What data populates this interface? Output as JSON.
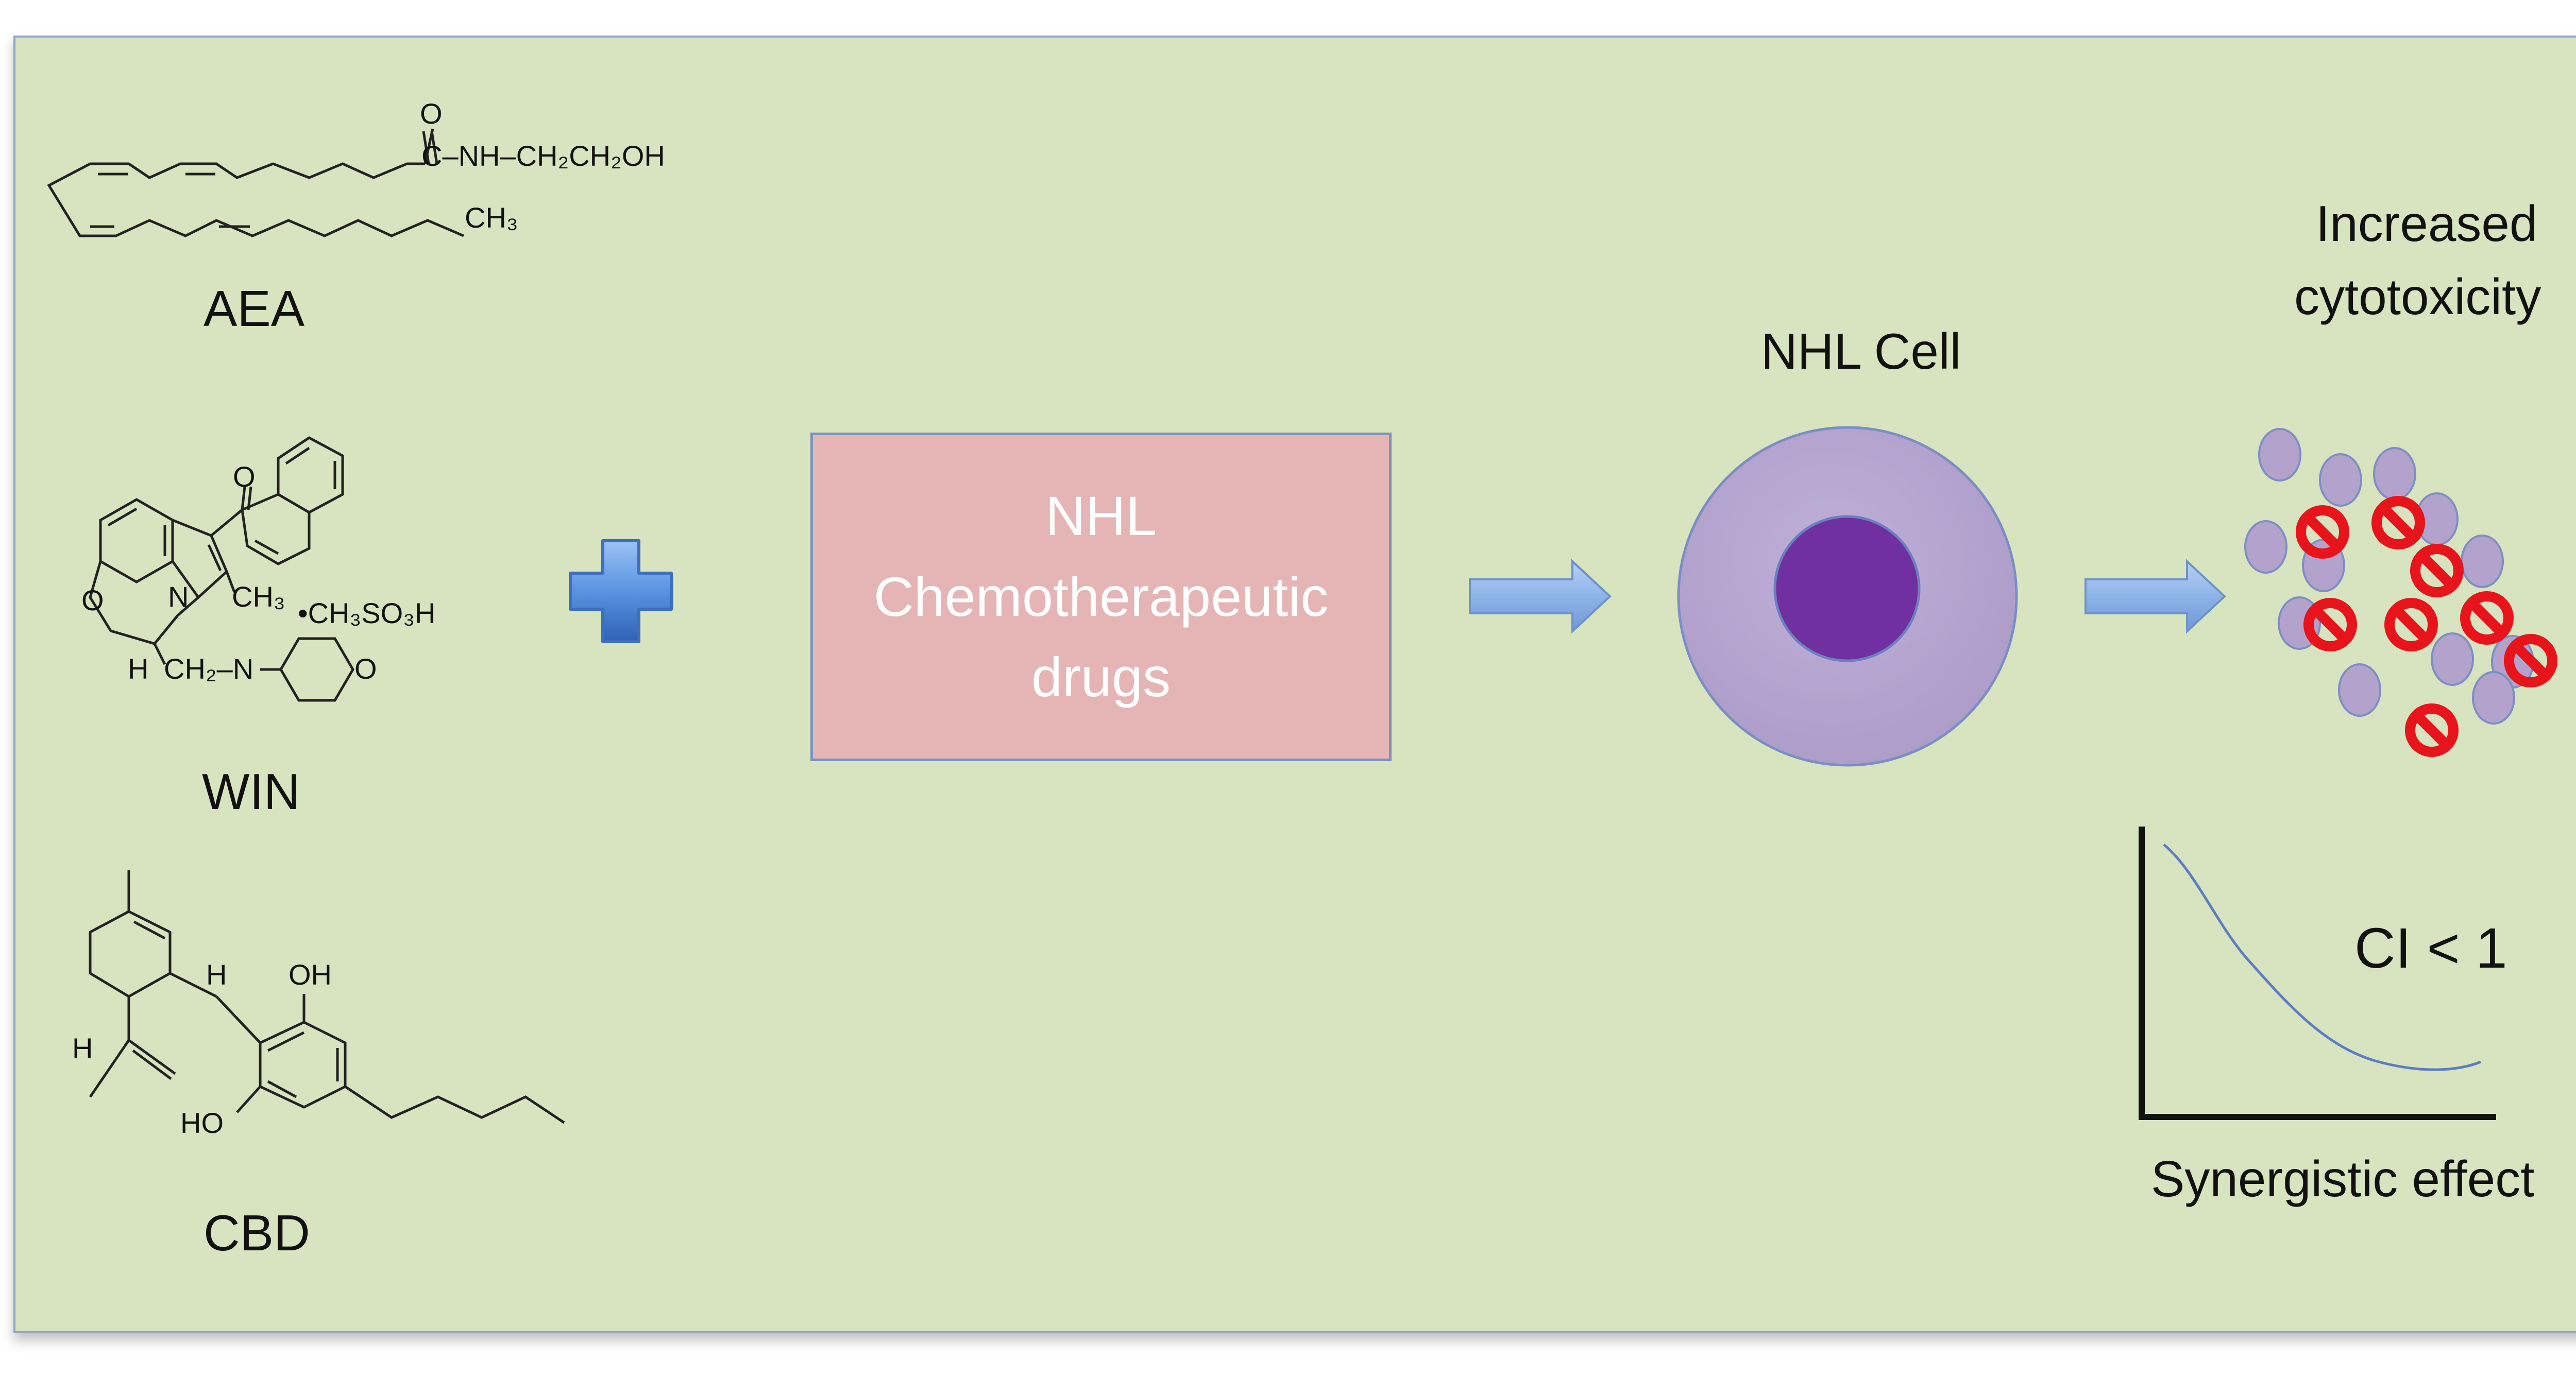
{
  "compounds": [
    {
      "name": "AEA",
      "structure_text": {
        "carbonyl_o": "O",
        "chain_end": "C–NH–CH₂CH₂OH",
        "methyl": "CH₃"
      }
    },
    {
      "name": "WIN",
      "structure_text": {
        "ketone_o": "O",
        "n": "N",
        "o_ring": "O",
        "methyl": "CH₃",
        "salt": "•CH₃SO₃H",
        "h": "H",
        "linker": "CH₂–N",
        "morpholine_o": "O"
      }
    },
    {
      "name": "CBD",
      "structure_text": {
        "h_upper": "H",
        "h_lower": "H",
        "oh_top": "OH",
        "ho_bottom": "HO"
      }
    }
  ],
  "drugs_box": {
    "lines": [
      "NHL",
      "Chemotherapeutic",
      "drugs"
    ],
    "fill": "#e5b5b6"
  },
  "cell": {
    "label": "NHL Cell",
    "outer_color": "#b3a2cc",
    "nucleus_color": "#7030a0"
  },
  "outcome": {
    "label_lines": [
      "Increased",
      "cytotoxicity"
    ],
    "cell_color": "#b3a2cc",
    "inhibit_color": "#e8141c"
  },
  "synergy_plot": {
    "annotation": "CI < 1",
    "caption": "Synergistic effect",
    "curve_color": "#5b7ec0"
  },
  "colors": {
    "background": "#d8e3bf",
    "arrow": "#8eb4e8",
    "plus": "#4d86d9"
  }
}
